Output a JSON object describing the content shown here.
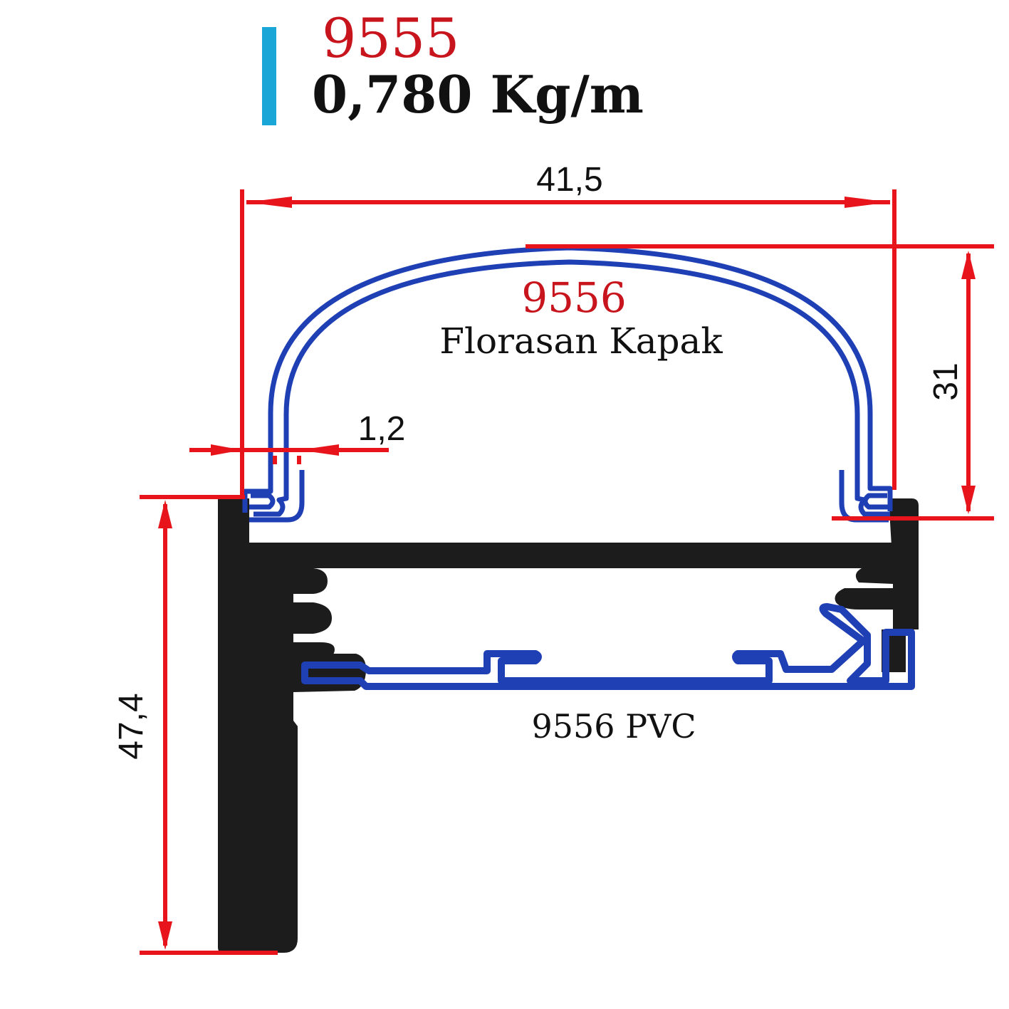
{
  "header": {
    "profile_code": "9555",
    "weight": "0,780 Kg/m"
  },
  "cover": {
    "code": "9556",
    "name": "Florasan Kapak"
  },
  "insert": {
    "label": "9556 PVC"
  },
  "dimensions": {
    "width": "41,5",
    "cover_height": "31",
    "wall_thickness": "1,2",
    "profile_height": "47,4"
  },
  "colors": {
    "dimension_lines": "#e8141c",
    "code_text": "#c8141c",
    "cover_outline": "#1f3fb5",
    "aluminium_profile": "#1c1c1c",
    "accent_bar": "#1ba6d8",
    "text": "#111111"
  }
}
